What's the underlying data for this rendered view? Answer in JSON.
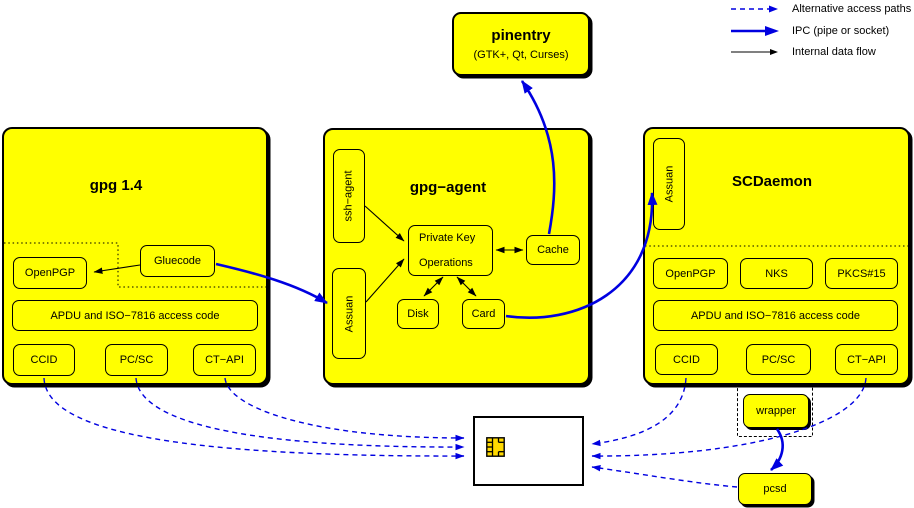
{
  "colors": {
    "box_fill": "#ffff00",
    "blue": "#0000e0",
    "black": "#000000",
    "card_fill": "#ffffff"
  },
  "legend": {
    "alternative": "Alternative access paths",
    "ipc": "IPC (pipe or socket)",
    "internal": "Internal data flow"
  },
  "pinentry": {
    "title": "pinentry",
    "subtitle": "(GTK+, Qt, Curses)"
  },
  "gpg14": {
    "title": "gpg 1.4",
    "openpgp": "OpenPGP",
    "gluecode": "Gluecode",
    "apdu": "APDU and ISO−7816 access code",
    "drivers": [
      "CCID",
      "PC/SC",
      "CT−API"
    ]
  },
  "gpg_agent": {
    "title": "gpg−agent",
    "ssh_agent": "ssh−agent",
    "assuan": "Assuan",
    "private_key_line1": "Private Key",
    "private_key_line2": "Operations",
    "cache": "Cache",
    "disk": "Disk",
    "card": "Card"
  },
  "scdaemon": {
    "title": "SCDaemon",
    "assuan": "Assuan",
    "apps": [
      "OpenPGP",
      "NKS",
      "PKCS#15"
    ],
    "apdu": "APDU and ISO−7816 access code",
    "drivers": [
      "CCID",
      "PC/SC",
      "CT−API"
    ]
  },
  "external": {
    "wrapper": "wrapper",
    "pcsd": "pcsd"
  }
}
